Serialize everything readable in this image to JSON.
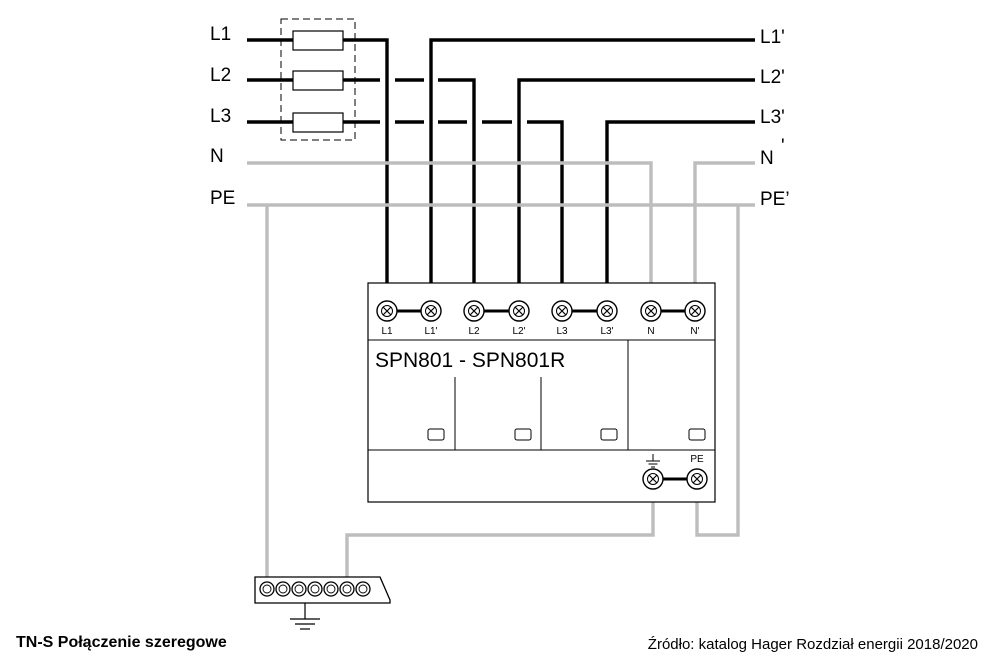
{
  "input_labels": {
    "l1": "L1",
    "l2": "L2",
    "l3": "L3",
    "n": "N",
    "pe": "PE"
  },
  "output_labels": {
    "l1": "L1'",
    "l2": "L2'",
    "l3": "L3'",
    "n": "N",
    "n_mark": "'",
    "pe": "PE’"
  },
  "terminals": [
    "L1",
    "L1'",
    "L2",
    "L2'",
    "L3",
    "L3'",
    "N",
    "N'"
  ],
  "device": {
    "model": "SPN801 - SPN801R",
    "pe_terminal_label": "PE"
  },
  "caption": {
    "title": "TN-S Połączenie szeregowe",
    "source": "Źródło: katalog Hager Rozdział energii 2018/2020"
  },
  "colors": {
    "phase_wire": "#000000",
    "neutral_pe_wire": "#bdbdbd"
  }
}
